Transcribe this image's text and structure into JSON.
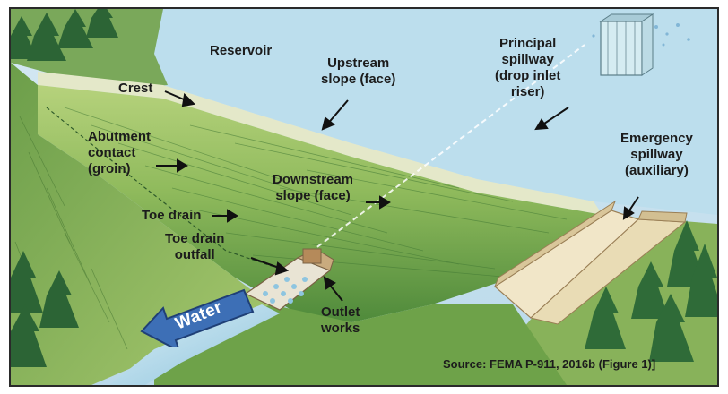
{
  "labels": {
    "reservoir": "Reservoir",
    "crest": "Crest",
    "upstream_slope": [
      "Upstream",
      "slope (face)"
    ],
    "principal_spillway": [
      "Principal",
      "spillway",
      "(drop inlet",
      "riser)"
    ],
    "abutment_contact": [
      "Abutment",
      "contact",
      "(groin)"
    ],
    "downstream_slope": [
      "Downstream",
      "slope (face)"
    ],
    "toe_drain": "Toe drain",
    "toe_drain_outfall": [
      "Toe drain",
      "outfall"
    ],
    "outlet_works": [
      "Outlet",
      "works"
    ],
    "emergency_spillway": [
      "Emergency",
      "spillway",
      "(auxiliary)"
    ],
    "water": "Water"
  },
  "source": "Source: FEMA P-911, 2016b (Figure 1)]",
  "colors": {
    "sky": "#c9e2ef",
    "reservoir": "#bfe0ee",
    "grass_light": "#a7cb72",
    "grass_dark": "#4e8a3c",
    "trees": "#2f6b3a",
    "spillway_concrete": "#efe3c4",
    "water_arrow": "#3d6fb6"
  }
}
